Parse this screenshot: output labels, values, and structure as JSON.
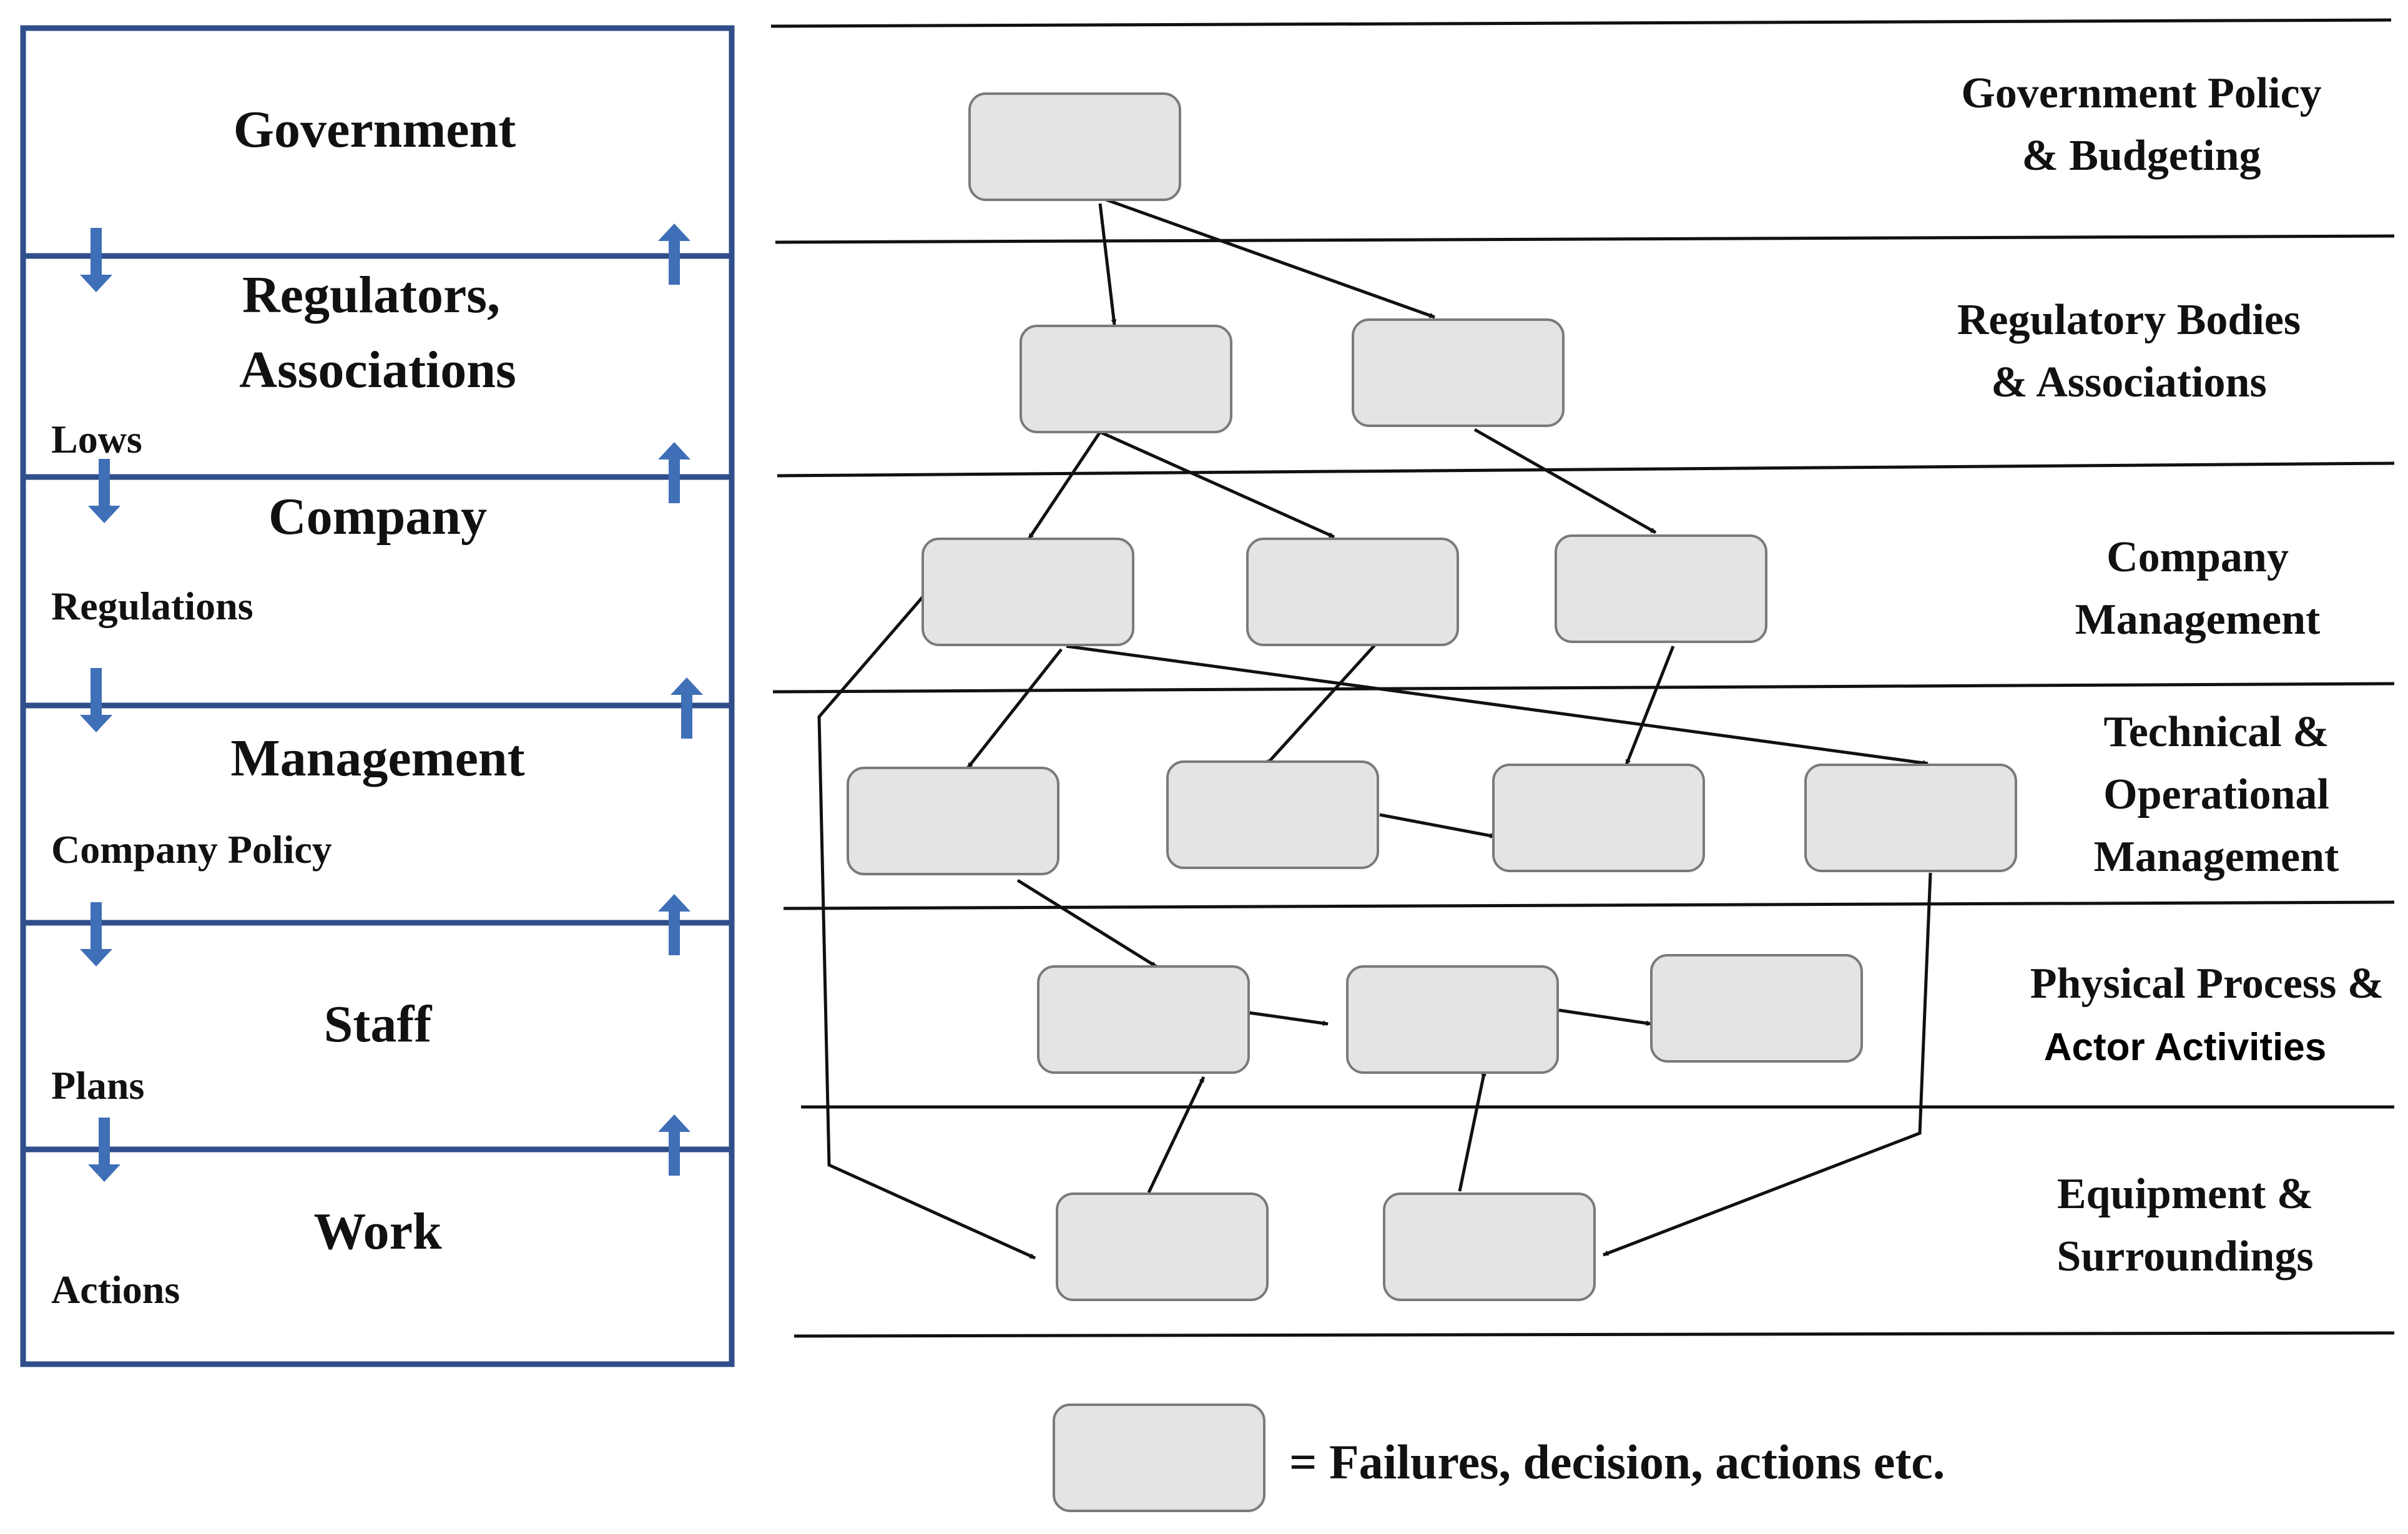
{
  "levels": [
    {
      "name": "Government",
      "flow_label": ""
    },
    {
      "name": "Regulators,\nAssociations",
      "flow_label": "Lows"
    },
    {
      "name": "Company",
      "flow_label": "Regulations"
    },
    {
      "name": "Management",
      "flow_label": "Company Policy"
    },
    {
      "name": "Staff",
      "flow_label": "Plans"
    },
    {
      "name": "Work",
      "flow_label": "Actions"
    }
  ],
  "bands": [
    {
      "label": "Government Policy\n& Budgeting"
    },
    {
      "label": "Regulatory Bodies\n& Associations"
    },
    {
      "label": "Company\nManagement"
    },
    {
      "label": "Technical &\nOperational\nManagement"
    },
    {
      "label": "Physical Process &\nActor Activities"
    },
    {
      "label": "Equipment &\nSurroundings"
    }
  ],
  "legend": {
    "text": "= Failures, decision, actions etc."
  },
  "colors": {
    "node_fill": "#e4e4e4",
    "node_stroke": "#7a7a7a",
    "level_border": "#2f4e8a",
    "flow_arrow": "#3f6fb6"
  }
}
